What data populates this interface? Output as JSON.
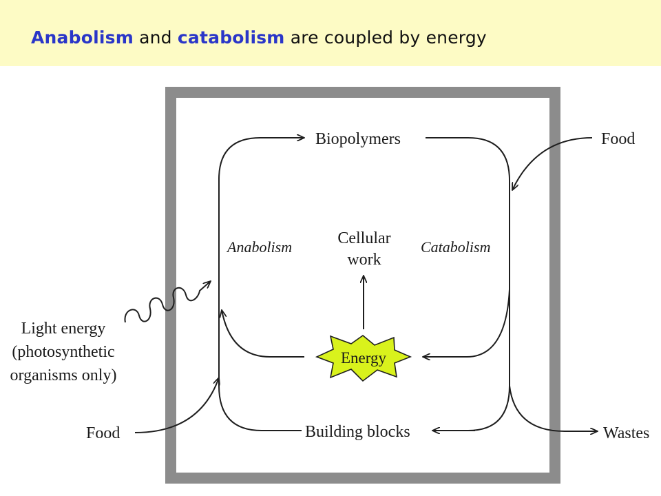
{
  "title": {
    "part1": "Anabolism",
    "part2": " and ",
    "part3": "catabolism",
    "part4": " are coupled by energy"
  },
  "diagram": {
    "biopolymers": "Biopolymers",
    "food_top": "Food",
    "anabolism": "Anabolism",
    "catabolism": "Catabolism",
    "cellular_line1": "Cellular",
    "cellular_line2": "work",
    "energy": "Energy",
    "light_line1": "Light energy",
    "light_line2": "(photosynthetic",
    "light_line3": "organisms only)",
    "food_bottom": "Food",
    "building_blocks": "Building blocks",
    "wastes": "Wastes"
  },
  "colors": {
    "title_accent": "#2a36c8",
    "energy_fill": "#d9f21c",
    "frame": "#8c8c8c",
    "band": "#fdfbc5"
  }
}
